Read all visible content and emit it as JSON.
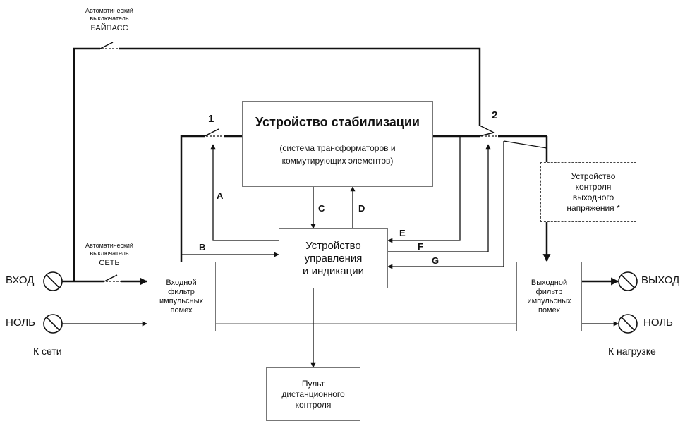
{
  "stabilizer": {
    "title": "Устройство стабилизации",
    "sub1": "(система трансформаторов и",
    "sub2": "коммутирующих элементов)"
  },
  "control": {
    "l1": "Устройство",
    "l2": "управления",
    "l3": "и индикации"
  },
  "in_filter": {
    "l1": "Входной",
    "l2": "фильтр",
    "l3": "импульсных",
    "l4": "помех"
  },
  "out_filter": {
    "l1": "Выходной",
    "l2": "фильтр",
    "l3": "импульсных",
    "l4": "помех"
  },
  "voltage_monitor": {
    "l1": "Устройство",
    "l2": "контроля",
    "l3": "выходного",
    "l4": "напряжения *"
  },
  "remote": {
    "l1": "Пульт",
    "l2": "дистанционного",
    "l3": "контроля"
  },
  "bypass_breaker": {
    "l1": "Автоматический",
    "l2": "выключатель",
    "l3": "БАЙПАСС"
  },
  "mains_breaker": {
    "l1": "Автоматический",
    "l2": "выключатель",
    "l3": "СЕТЬ"
  },
  "terminals": {
    "input": "ВХОД",
    "input_neutral": "НОЛЬ",
    "output": "ВЫХОД",
    "output_neutral": "НОЛЬ",
    "to_mains": "К сети",
    "to_load": "К нагрузке"
  },
  "switch_labels": {
    "s1": "1",
    "s2": "2"
  },
  "signals": {
    "a": "A",
    "b": "B",
    "c": "C",
    "d": "D",
    "e": "E",
    "f": "F",
    "g": "G"
  },
  "colors": {
    "line": "#111111",
    "box_border": "#777777"
  }
}
